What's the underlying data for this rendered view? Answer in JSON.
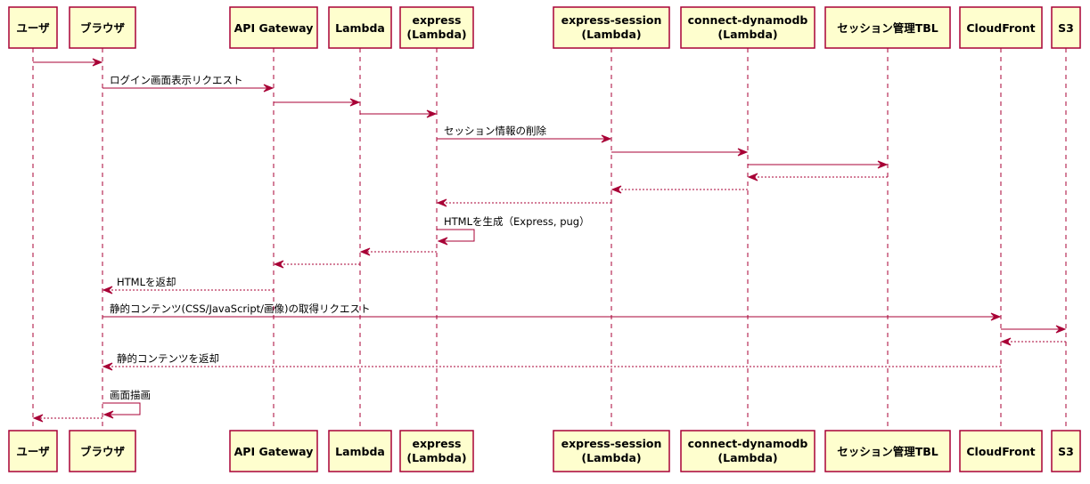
{
  "colors": {
    "line": "#a80036",
    "box_fill": "#fefece",
    "text": "#000000",
    "background": "#ffffff"
  },
  "participants": [
    {
      "id": "user",
      "lines": [
        "ユーザ"
      ]
    },
    {
      "id": "browser",
      "lines": [
        "ブラウザ"
      ]
    },
    {
      "id": "apigw",
      "lines": [
        "API Gateway"
      ]
    },
    {
      "id": "lambda",
      "lines": [
        "Lambda"
      ]
    },
    {
      "id": "express",
      "lines": [
        "express",
        "(Lambda)"
      ]
    },
    {
      "id": "session",
      "lines": [
        "express-session",
        "(Lambda)"
      ]
    },
    {
      "id": "dynamo",
      "lines": [
        "connect-dynamodb",
        "(Lambda)"
      ]
    },
    {
      "id": "tbl",
      "lines": [
        "セッション管理TBL"
      ]
    },
    {
      "id": "cloudfront",
      "lines": [
        "CloudFront"
      ]
    },
    {
      "id": "s3",
      "lines": [
        "S3"
      ]
    }
  ],
  "messages": [
    {
      "from": "user",
      "to": "browser",
      "label": "",
      "style": "solid"
    },
    {
      "from": "browser",
      "to": "apigw",
      "label": "ログイン画面表示リクエスト",
      "style": "solid"
    },
    {
      "from": "apigw",
      "to": "lambda",
      "label": "",
      "style": "solid"
    },
    {
      "from": "lambda",
      "to": "express",
      "label": "",
      "style": "solid"
    },
    {
      "from": "express",
      "to": "session",
      "label": "セッション情報の削除",
      "style": "solid"
    },
    {
      "from": "session",
      "to": "dynamo",
      "label": "",
      "style": "solid"
    },
    {
      "from": "dynamo",
      "to": "tbl",
      "label": "",
      "style": "solid"
    },
    {
      "from": "tbl",
      "to": "dynamo",
      "label": "",
      "style": "dashed"
    },
    {
      "from": "dynamo",
      "to": "session",
      "label": "",
      "style": "dashed"
    },
    {
      "from": "session",
      "to": "express",
      "label": "",
      "style": "dashed"
    },
    {
      "from": "express",
      "to": "express",
      "label": "HTMLを生成（Express, pug）",
      "style": "self"
    },
    {
      "from": "express",
      "to": "lambda",
      "label": "",
      "style": "dashed"
    },
    {
      "from": "lambda",
      "to": "apigw",
      "label": "",
      "style": "dashed"
    },
    {
      "from": "apigw",
      "to": "browser",
      "label": "HTMLを返却",
      "style": "dashed"
    },
    {
      "from": "browser",
      "to": "cloudfront",
      "label": "静的コンテンツ(CSS/JavaScript/画像)の取得リクエスト",
      "style": "solid"
    },
    {
      "from": "cloudfront",
      "to": "s3",
      "label": "",
      "style": "solid"
    },
    {
      "from": "s3",
      "to": "cloudfront",
      "label": "",
      "style": "dashed"
    },
    {
      "from": "cloudfront",
      "to": "browser",
      "label": "静的コンテンツを返却",
      "style": "dashed"
    },
    {
      "from": "browser",
      "to": "browser",
      "label": "画面描画",
      "style": "self"
    },
    {
      "from": "browser",
      "to": "user",
      "label": "",
      "style": "dashed"
    }
  ]
}
